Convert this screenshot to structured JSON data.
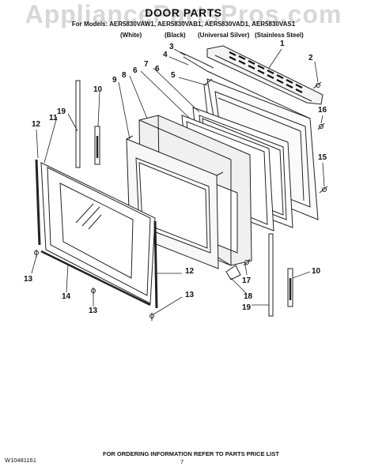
{
  "header": {
    "watermark": "AppliancePartsPros.com",
    "title": "DOOR PARTS",
    "models": "For Models: AER5830VAW1, AER5830VAB1, AER5830VAD1, AER5830VAS1",
    "colors": [
      "(White)",
      "(Black)",
      "(Universal Silver)",
      "(Stainless Steel)"
    ]
  },
  "callouts": {
    "c1": "1",
    "c2": "2",
    "c3": "3",
    "c4": "4",
    "c5": "5",
    "c6a": "6",
    "c6b": "6",
    "c7": "7",
    "c8": "8",
    "c9": "9",
    "c10a": "10",
    "c10b": "10",
    "c11": "11",
    "c12a": "12",
    "c12b": "12",
    "c13a": "13",
    "c13b": "13",
    "c13c": "13",
    "c14": "14",
    "c15": "15",
    "c16": "16",
    "c17": "17",
    "c18": "18",
    "c19a": "19",
    "c19b": "19"
  },
  "footer": {
    "doc_number": "W10481161",
    "page_number": "7",
    "ordering_note": "FOR ORDERING INFORMATION REFER TO PARTS PRICE LIST"
  }
}
